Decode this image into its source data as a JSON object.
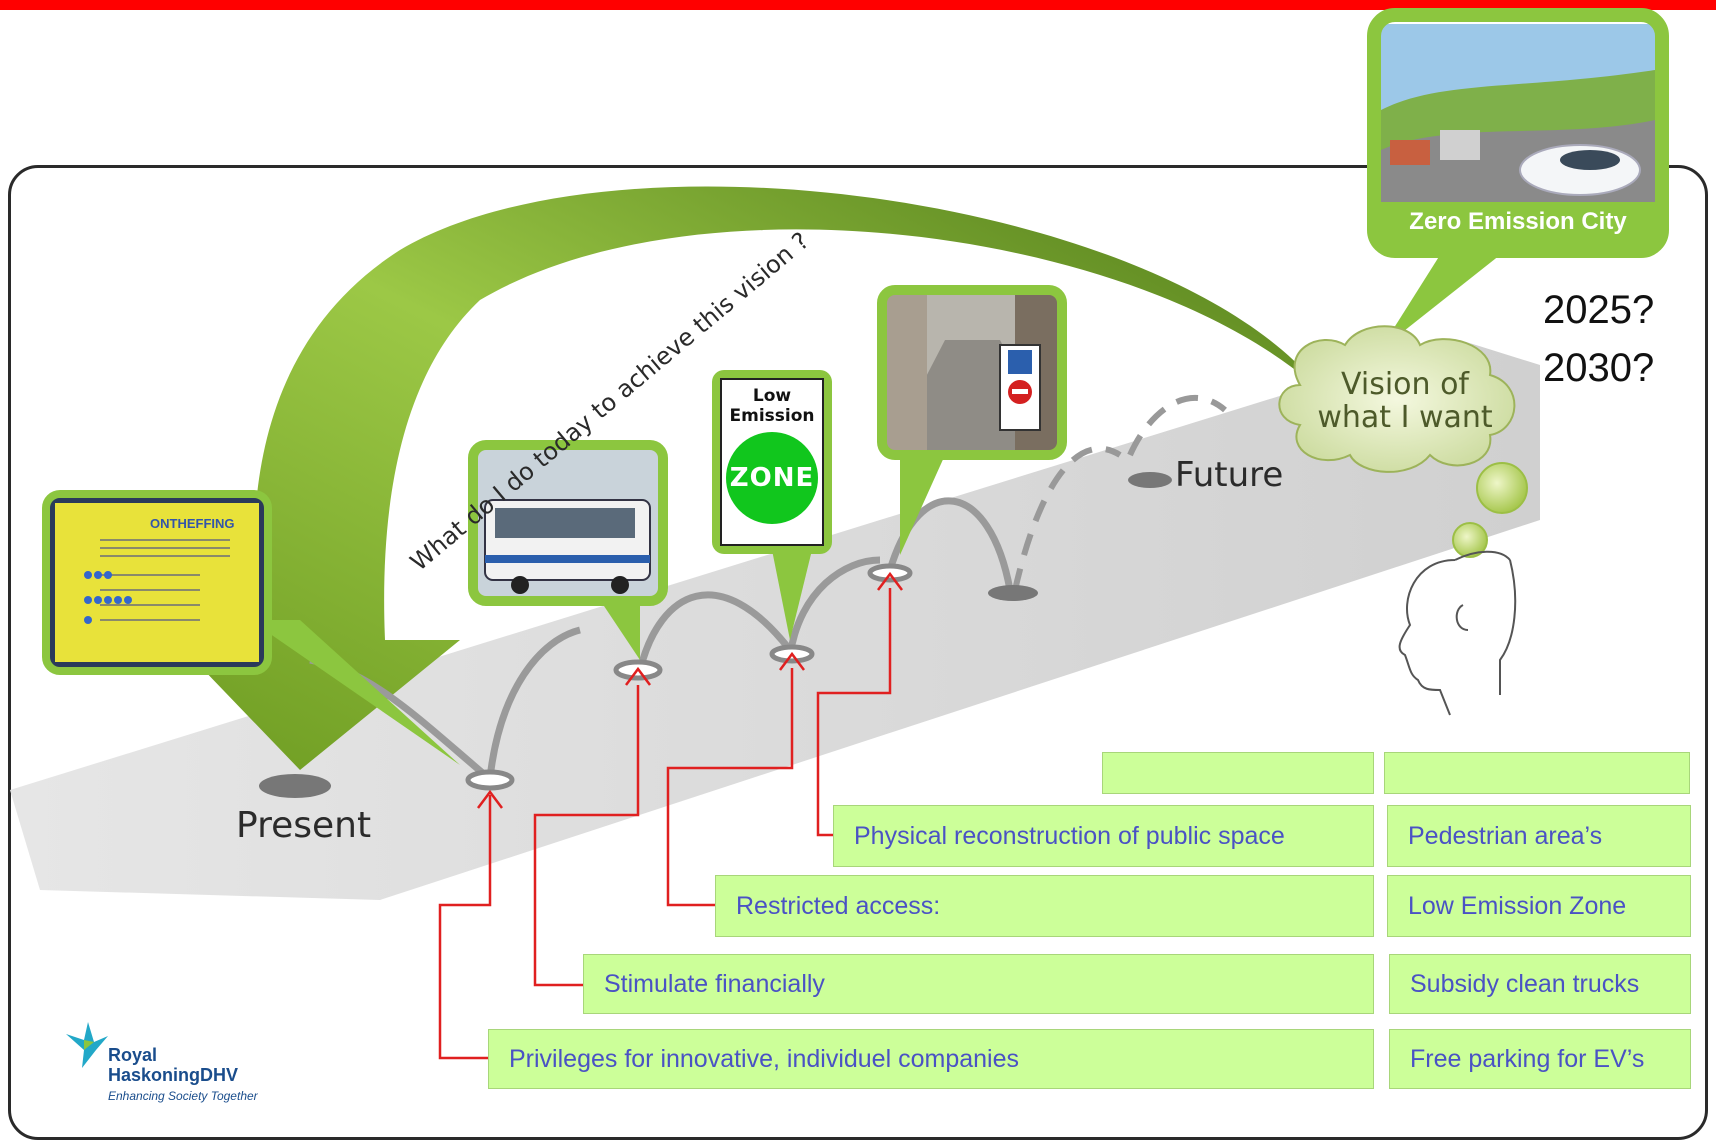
{
  "header_color": "#ff0000",
  "arc_text": "What do I do today to achieve this vision ?",
  "labels": {
    "present": "Present",
    "future": "Future"
  },
  "cloud": {
    "line1": "Vision of",
    "line2": "what I want"
  },
  "vision_card": {
    "caption": "Zero Emission City"
  },
  "years": {
    "y1": "2025?",
    "y2": "2030?"
  },
  "sign": {
    "line1": "Low",
    "line2": "Emission",
    "zone": "ZONE"
  },
  "document": {
    "title": "ONTHEFFING"
  },
  "measures": [
    {
      "left": "",
      "right": ""
    },
    {
      "left": "Physical reconstruction of public space",
      "right": "Pedestrian area’s"
    },
    {
      "left": "Restricted access:",
      "right": "Low Emission Zone"
    },
    {
      "left": "Stimulate financially",
      "right": "Subsidy clean  trucks"
    },
    {
      "left": "Privileges for innovative, individuel companies",
      "right": "Free parking for EV’s"
    }
  ],
  "logo": {
    "line1": "Royal",
    "line2": "HaskoningDHV",
    "tagline": "Enhancing Society Together"
  },
  "colors": {
    "green_dark": "#6a9a2a",
    "green_light": "#9ccc4a",
    "box_fill": "#ccff99",
    "box_text": "#4a52c4",
    "arrow_red": "#e02020"
  }
}
